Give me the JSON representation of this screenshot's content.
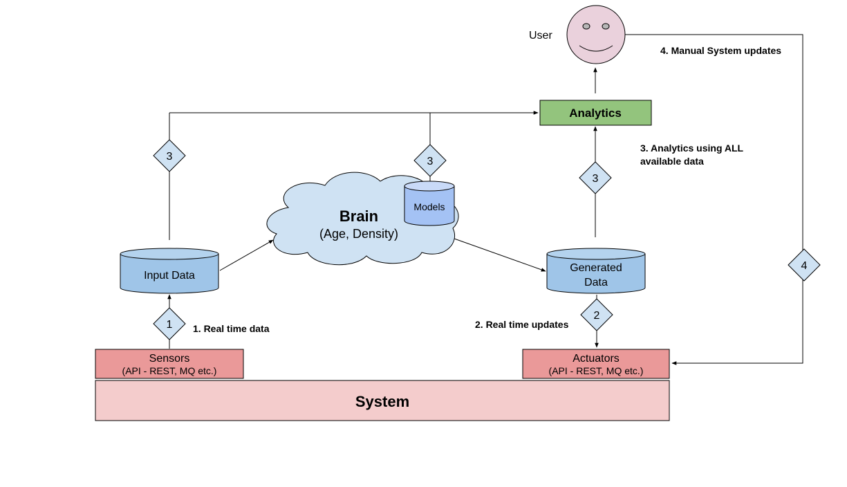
{
  "colors": {
    "db_fill": "#9fc5e8",
    "db_top": "#b4d3ee",
    "models_fill": "#a4c2f4",
    "cloud_fill": "#cfe2f3",
    "diamond_fill": "#cfe2f3",
    "analytics_fill": "#93c47d",
    "io_fill": "#ea9999",
    "system_fill": "#f4cccc",
    "face_fill": "#ead1dc"
  },
  "user": {
    "label": "User"
  },
  "analytics": {
    "label": "Analytics"
  },
  "brain": {
    "title": "Brain",
    "subtitle": "(Age, Density)"
  },
  "models": {
    "label": "Models"
  },
  "input_data": {
    "label": "Input Data"
  },
  "generated_data": {
    "line1": "Generated",
    "line2": "Data"
  },
  "sensors": {
    "label": "Sensors",
    "sublabel": "(API - REST, MQ etc.)"
  },
  "actuators": {
    "label": "Actuators",
    "sublabel": "(API - REST, MQ etc.)"
  },
  "system": {
    "label": "System"
  },
  "steps": {
    "real_time_data": "1. Real time data",
    "real_time_updates": "2. Real time updates",
    "analytics_line1": "3. Analytics using ALL",
    "analytics_line2": "available data",
    "manual_updates": "4. Manual System updates"
  },
  "diamonds": {
    "d1": "1",
    "d2": "2",
    "d3_input": "3",
    "d3_brain": "3",
    "d3_generated": "3",
    "d4": "4"
  }
}
